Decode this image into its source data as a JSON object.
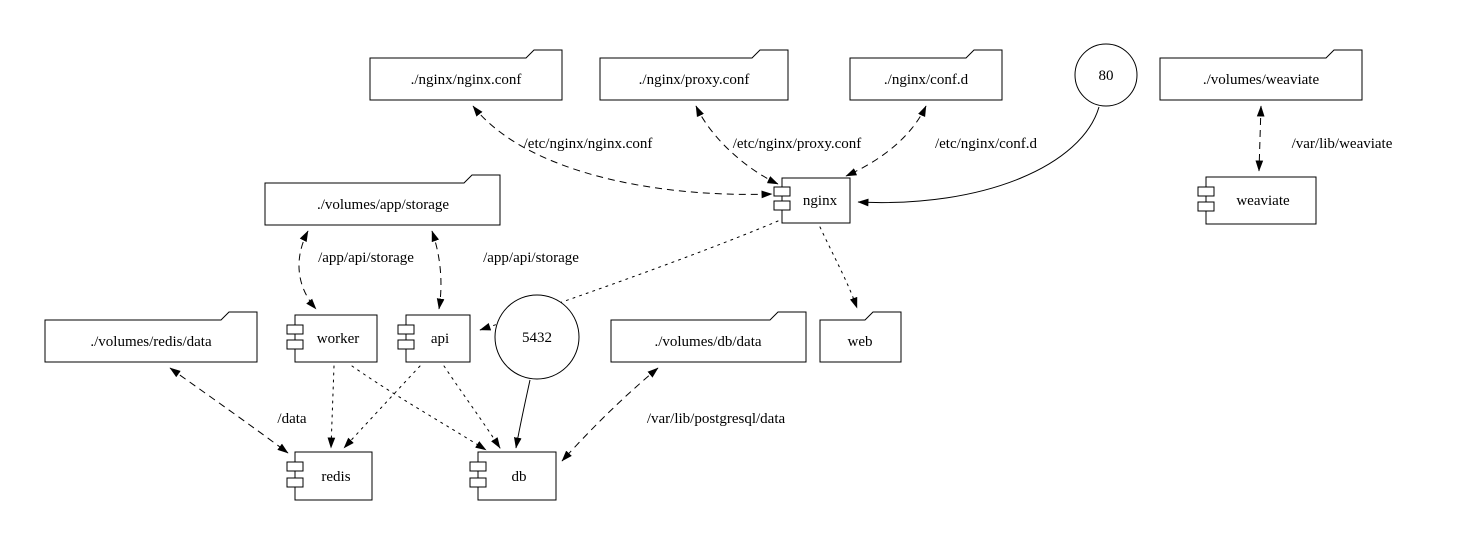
{
  "colors": {
    "stroke": "#000000",
    "background": "#ffffff"
  },
  "nodes": {
    "nginx_conf": {
      "label": "./nginx/nginx.conf",
      "type": "folder"
    },
    "proxy_conf": {
      "label": "./nginx/proxy.conf",
      "type": "folder"
    },
    "conf_d": {
      "label": "./nginx/conf.d",
      "type": "folder"
    },
    "port_80": {
      "label": "80",
      "type": "circle"
    },
    "volumes_weaviate": {
      "label": "./volumes/weaviate",
      "type": "folder"
    },
    "volumes_app_storage": {
      "label": "./volumes/app/storage",
      "type": "folder"
    },
    "nginx": {
      "label": "nginx",
      "type": "component"
    },
    "weaviate": {
      "label": "weaviate",
      "type": "component"
    },
    "volumes_redis_data": {
      "label": "./volumes/redis/data",
      "type": "folder"
    },
    "worker": {
      "label": "worker",
      "type": "component"
    },
    "api": {
      "label": "api",
      "type": "component"
    },
    "port_5432": {
      "label": "5432",
      "type": "circle"
    },
    "volumes_db_data": {
      "label": "./volumes/db/data",
      "type": "folder"
    },
    "web": {
      "label": "web",
      "type": "folder"
    },
    "redis": {
      "label": "redis",
      "type": "component"
    },
    "db": {
      "label": "db",
      "type": "component"
    }
  },
  "edges": {
    "nginx_conf_mount": {
      "from": "nginx",
      "to": "nginx_conf",
      "style": "dashed",
      "label": "/etc/nginx/nginx.conf"
    },
    "proxy_conf_mount": {
      "from": "nginx",
      "to": "proxy_conf",
      "style": "dashed",
      "label": "/etc/nginx/proxy.conf"
    },
    "conf_d_mount": {
      "from": "nginx",
      "to": "conf_d",
      "style": "dashed",
      "label": "/etc/nginx/conf.d"
    },
    "port_80_map": {
      "from": "port_80",
      "to": "nginx",
      "style": "solid"
    },
    "weaviate_mount": {
      "from": "weaviate",
      "to": "volumes_weaviate",
      "style": "dashed",
      "label": "/var/lib/weaviate"
    },
    "storage_worker_mount": {
      "from": "worker",
      "to": "volumes_app_storage",
      "style": "dashed",
      "label": "/app/api/storage"
    },
    "storage_api_mount": {
      "from": "api",
      "to": "volumes_app_storage",
      "style": "dashed",
      "label": "/app/api/storage"
    },
    "nginx_api_dep": {
      "from": "nginx",
      "to": "api",
      "style": "dotted"
    },
    "nginx_web_dep": {
      "from": "nginx",
      "to": "web",
      "style": "dotted"
    },
    "worker_redis_dep": {
      "from": "worker",
      "to": "redis",
      "style": "dotted"
    },
    "worker_db_dep": {
      "from": "worker",
      "to": "db",
      "style": "dotted"
    },
    "api_redis_dep": {
      "from": "api",
      "to": "redis",
      "style": "dotted"
    },
    "api_db_dep": {
      "from": "api",
      "to": "db",
      "style": "dotted"
    },
    "port_5432_map": {
      "from": "port_5432",
      "to": "db",
      "style": "solid"
    },
    "db_data_mount": {
      "from": "db",
      "to": "volumes_db_data",
      "style": "dashed",
      "label": "/var/lib/postgresql/data"
    },
    "redis_data_mount": {
      "from": "redis",
      "to": "volumes_redis_data",
      "style": "dashed",
      "label": "/data"
    }
  }
}
